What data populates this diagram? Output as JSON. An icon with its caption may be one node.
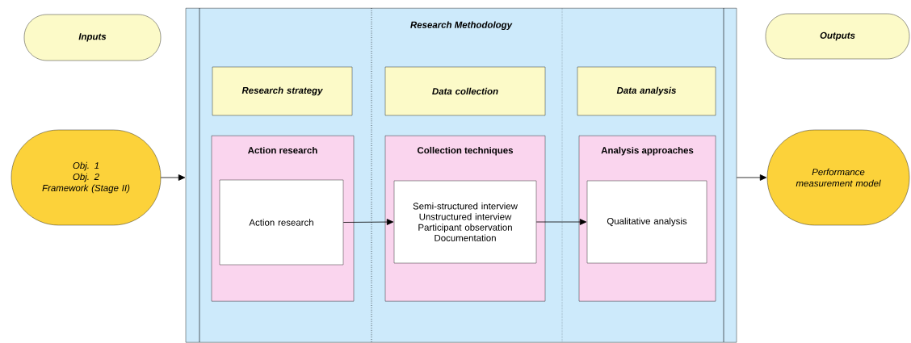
{
  "diagram": {
    "nodes": [
      {
        "text": [
          "Inputs"
        ]
      },
      {
        "text": [
          "Obj. 1",
          "Obj. 2",
          "Framework (Stage II)"
        ]
      },
      {
        "text": [
          "Research Methodology"
        ]
      },
      {
        "text": [
          "Research strategy"
        ],
        "in": 2
      },
      {
        "text": [
          "Data collection"
        ],
        "in": 2
      },
      {
        "text": [
          "Data analysis"
        ],
        "in": 2
      },
      {
        "text": [
          "Action research"
        ],
        "in": 2
      },
      {
        "text": [
          "Action research"
        ],
        "in": 6
      },
      {
        "text": [
          "Collection techniques"
        ],
        "in": 2
      },
      {
        "text": [
          "Semi-structured interview",
          "Unstructured interview",
          "Participant observation",
          "Documentation"
        ],
        "in": 8
      },
      {
        "text": [
          "Analysis approaches"
        ],
        "in": 2
      },
      {
        "text": [
          "Qualitative analysis"
        ],
        "in": 10
      },
      {
        "text": [
          "Outputs"
        ]
      },
      {
        "text": [
          "Performance measurement model"
        ]
      }
    ],
    "edges": [
      {
        "from": 1,
        "to": 2,
        "arrow": "to"
      },
      {
        "from": 7,
        "to": 9,
        "arrow": "to"
      },
      {
        "from": 9,
        "to": 11,
        "arrow": "to"
      },
      {
        "from": 2,
        "to": 13,
        "arrow": "to"
      }
    ]
  }
}
